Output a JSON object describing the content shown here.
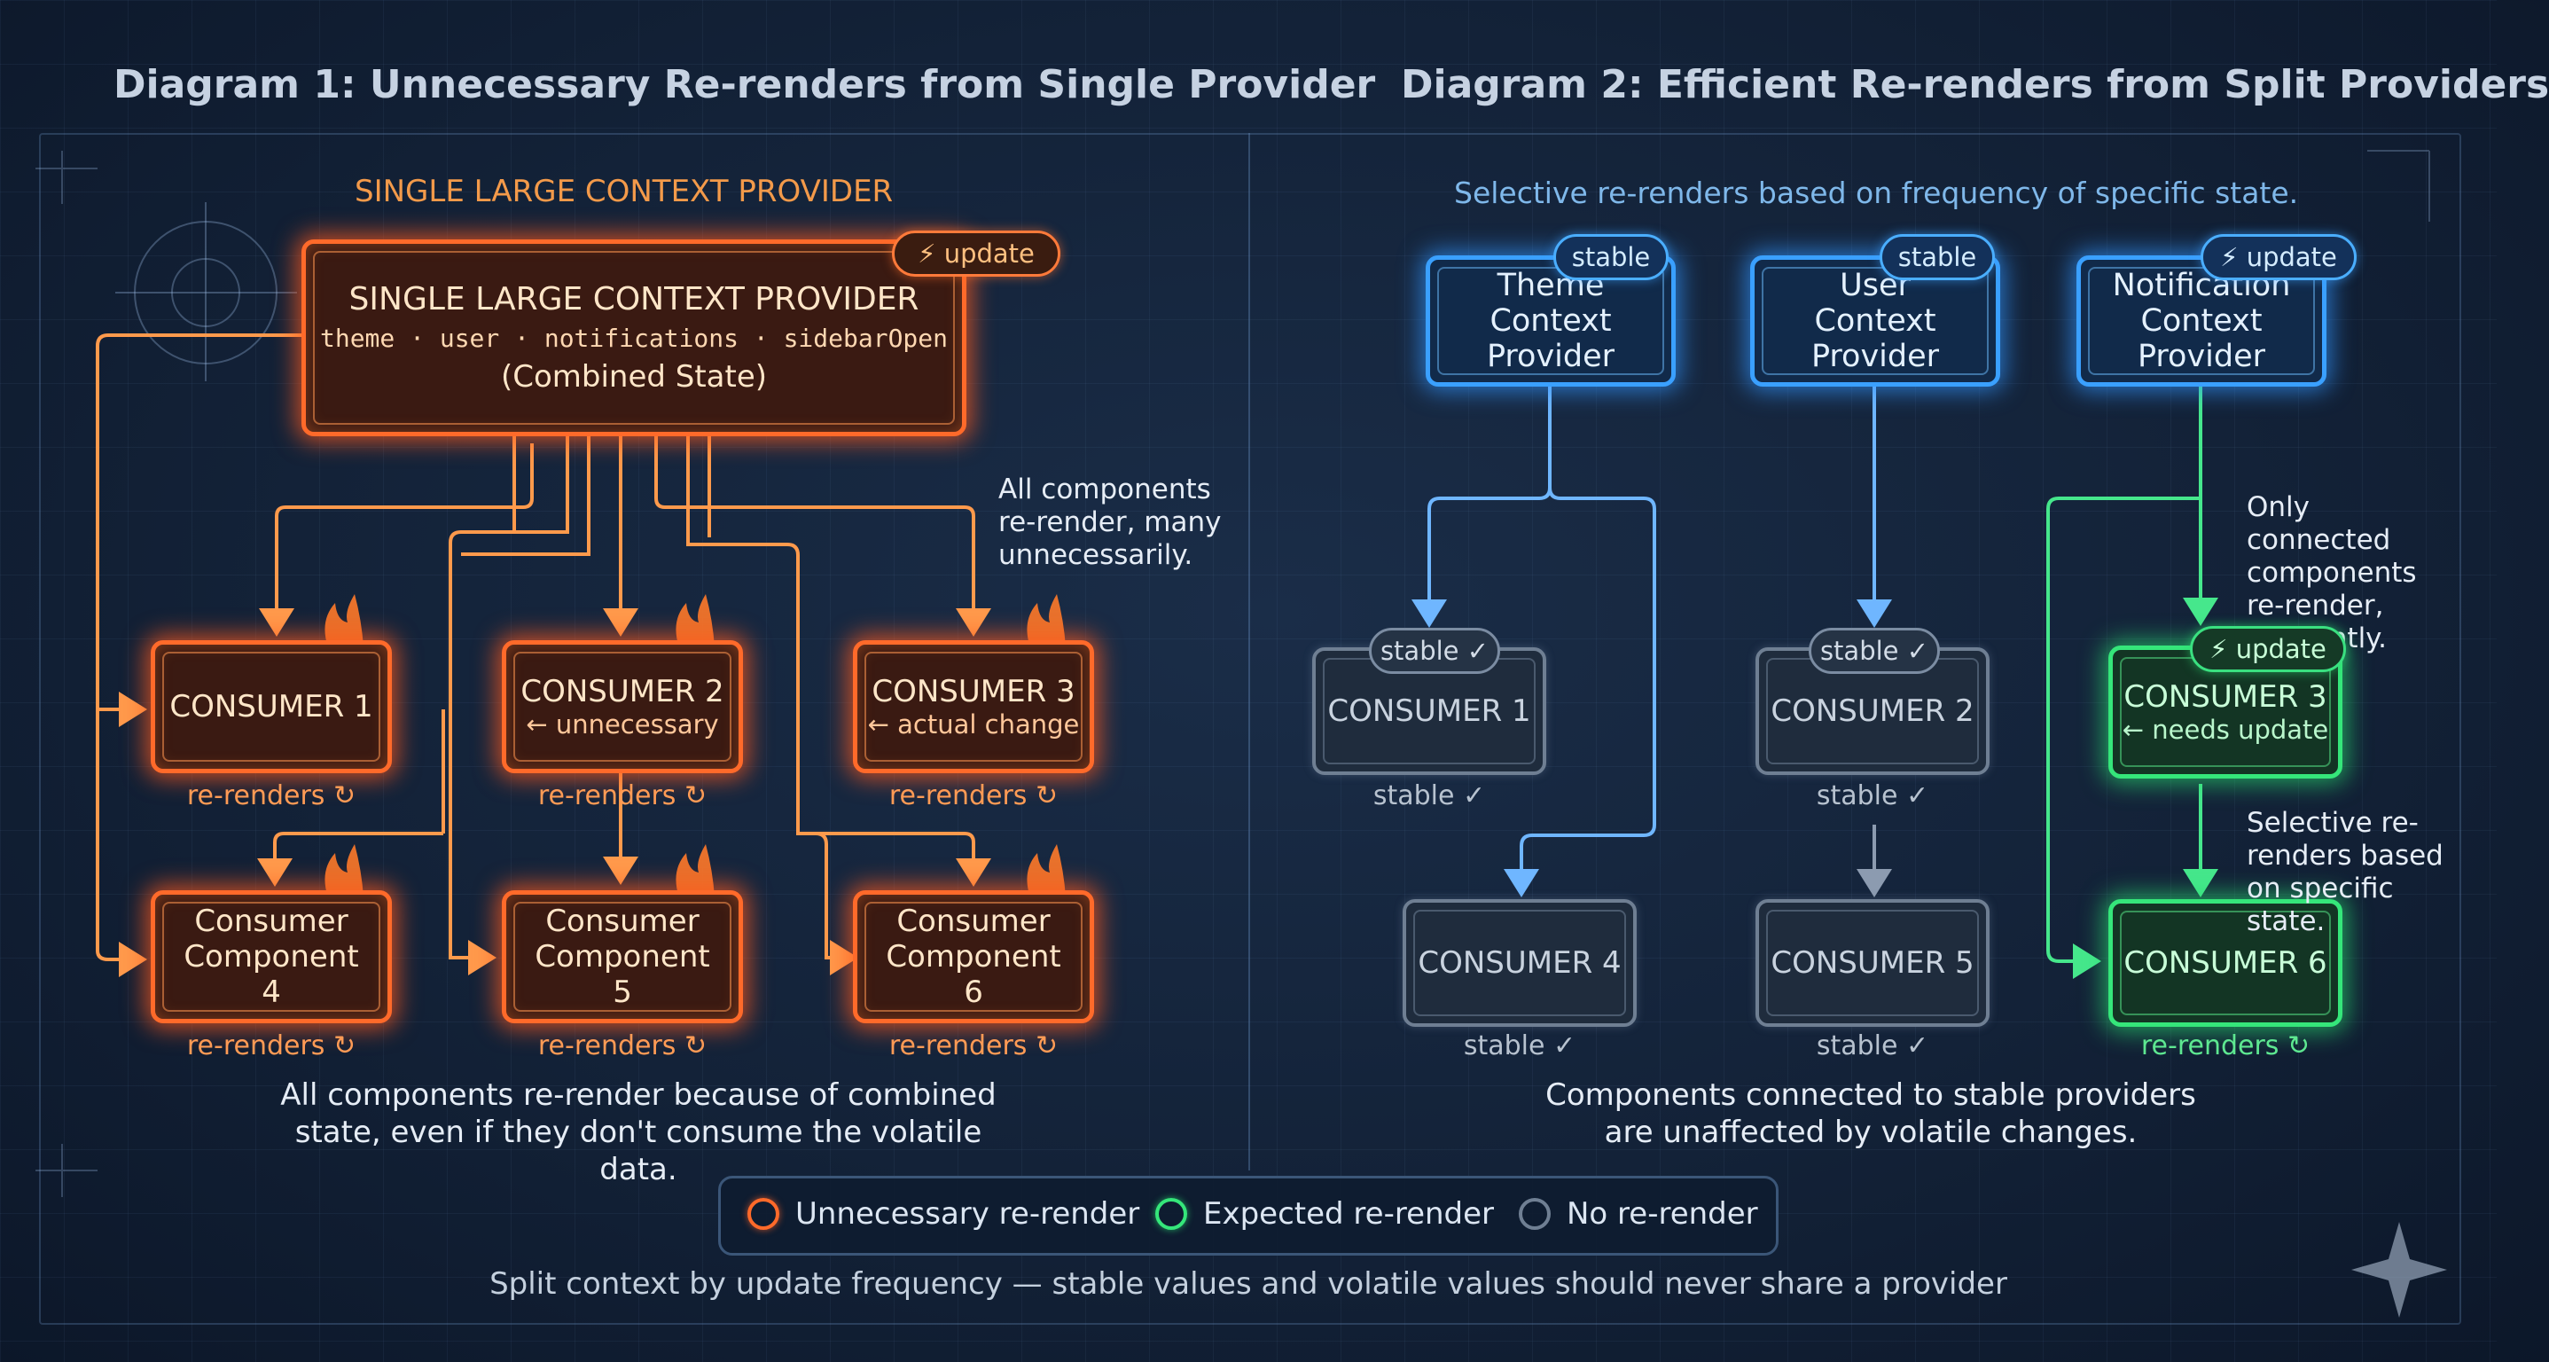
{
  "diagram1": {
    "title": "Diagram 1: Unnecessary Re-renders from Single Provider",
    "provider_caption": "SINGLE LARGE CONTEXT PROVIDER",
    "provider": {
      "title": "SINGLE LARGE CONTEXT PROVIDER",
      "fields": "theme · user · notifications · sidebarOpen",
      "subtitle": "(Combined State)",
      "badge": "⚡ update"
    },
    "side_note": "All components re-render, many unnecessarily.",
    "consumers": [
      {
        "label": "CONSUMER 1",
        "sub": "",
        "status": "re-renders ↻"
      },
      {
        "label": "CONSUMER 2",
        "sub": "← unnecessary",
        "status": "re-renders ↻"
      },
      {
        "label": "CONSUMER 3",
        "sub": "← actual change",
        "status": "re-renders ↻"
      },
      {
        "label": "Consumer Component 4",
        "sub": "",
        "status": "re-renders ↻"
      },
      {
        "label": "Consumer Component 5",
        "sub": "",
        "status": "re-renders ↻"
      },
      {
        "label": "Consumer Component 6",
        "sub": "",
        "status": "re-renders ↻"
      }
    ],
    "bottom_note": "All components re-render because of combined state, even if they don't consume the volatile data."
  },
  "diagram2": {
    "title": "Diagram 2: Efficient Re-renders from Split Providers",
    "caption": "Selective re-renders based on frequency of specific state.",
    "providers": [
      {
        "label": "Theme Context Provider",
        "badge": "stable"
      },
      {
        "label": "User Context Provider",
        "badge": "stable"
      },
      {
        "label": "Notification Context Provider",
        "badge": "⚡ update"
      }
    ],
    "consumers": [
      {
        "label": "CONSUMER 1",
        "badge": "stable ✓",
        "sub": "",
        "status": "stable ✓"
      },
      {
        "label": "CONSUMER 2",
        "badge": "stable ✓",
        "sub": "",
        "status": "stable ✓"
      },
      {
        "label": "CONSUMER 3",
        "badge": "⚡ update",
        "sub": "← needs update",
        "status": ""
      },
      {
        "label": "CONSUMER 4",
        "badge": "",
        "sub": "",
        "status": "stable ✓"
      },
      {
        "label": "CONSUMER 5",
        "badge": "",
        "sub": "",
        "status": "stable ✓"
      },
      {
        "label": "CONSUMER 6",
        "badge": "",
        "sub": "",
        "status": "re-renders ↻"
      }
    ],
    "note_top": "Only connected components re-render, efficiently.",
    "note_bottom": "Selective re-renders based on specific state.",
    "bottom_note": "Components connected to stable providers are unaffected by volatile changes."
  },
  "legend": [
    {
      "label": "Unnecessary re-render",
      "color": "#ff6a2a"
    },
    {
      "label": "Expected re-render",
      "color": "#35e67a"
    },
    {
      "label": "No re-render",
      "color": "#6f7f93"
    }
  ],
  "footer": "Split context by update frequency — stable values and volatile values should never share a provider"
}
